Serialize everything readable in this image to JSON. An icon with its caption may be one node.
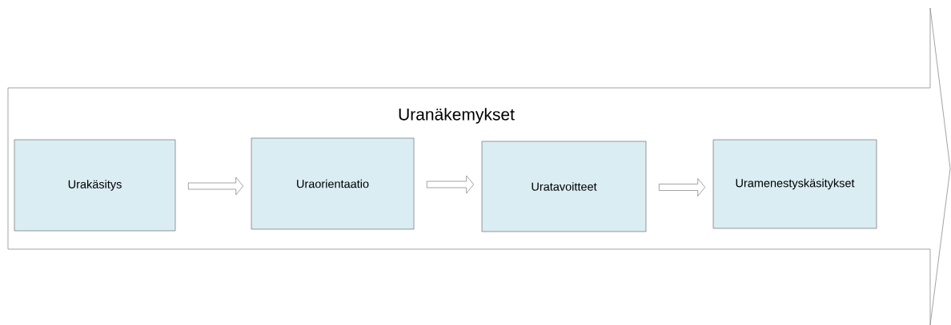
{
  "diagram": {
    "nodes": [
      {
        "text": [
          "Uranäkemykset"
        ]
      },
      {
        "text": [
          "Urakäsitys"
        ],
        "in": 0
      },
      {
        "text": [
          "Uraorientaatio"
        ],
        "in": 0
      },
      {
        "text": [
          "Uratavoitteet"
        ],
        "in": 0
      },
      {
        "text": [
          "Uramenestyskäsitykset"
        ],
        "in": 0
      }
    ],
    "edges": [
      {
        "from": 1,
        "to": 2,
        "arrow": "to"
      },
      {
        "from": 2,
        "to": 3,
        "arrow": "to"
      },
      {
        "from": 3,
        "to": 4,
        "arrow": "to"
      }
    ]
  }
}
